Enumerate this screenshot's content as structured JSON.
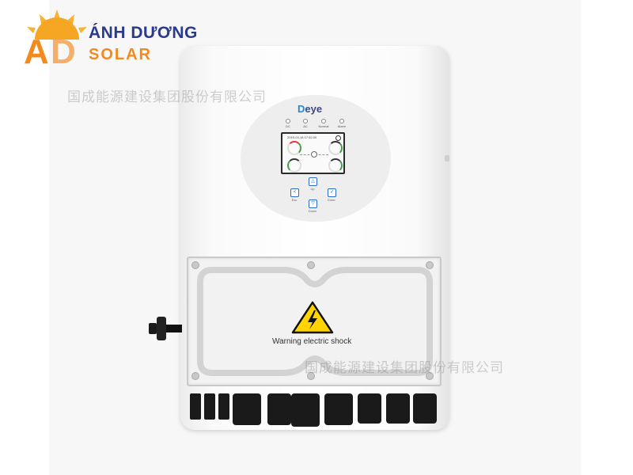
{
  "logo": {
    "mark_letters": "AD",
    "name_top": "ÁNH DƯƠNG",
    "name_bottom": "SOLAR",
    "colors": {
      "navy": "#2a3a8c",
      "orange": "#f28a1e",
      "sun": "#f7b231"
    }
  },
  "watermark": {
    "top_text": "国成能源建设集团股份有限公司",
    "bottom_text": "国成能源建设集团股份有限公司"
  },
  "inverter": {
    "brand": "Deye",
    "brand_first_letter": "D",
    "brand_rest": "eye",
    "leds": [
      {
        "label": "DC"
      },
      {
        "label": "AC"
      },
      {
        "label": "Normal"
      },
      {
        "label": "Alarm"
      }
    ],
    "screen_header": "2019-03-18   17:52:00",
    "buttons": [
      {
        "label": "Esc",
        "icon": "back-arrow-icon"
      },
      {
        "label": "Up",
        "icon": "up-triangle-icon"
      },
      {
        "label": "Down",
        "icon": "down-triangle-icon"
      },
      {
        "label": "Enter",
        "icon": "check-icon"
      }
    ],
    "warning_label": "Warning electric shock"
  }
}
